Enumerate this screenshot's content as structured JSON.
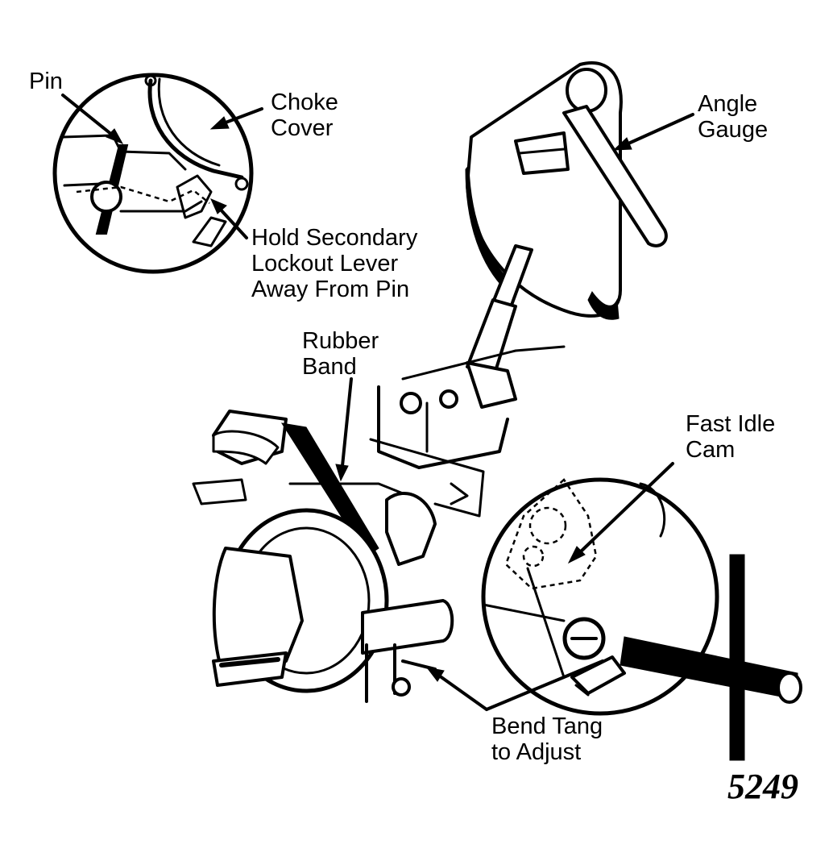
{
  "labels": {
    "pin": "Pin",
    "choke_cover": [
      "Choke",
      "Cover"
    ],
    "hold_secondary": [
      "Hold Secondary",
      "Lockout Lever",
      "Away From Pin"
    ],
    "angle_gauge": [
      "Angle",
      "Gauge"
    ],
    "rubber_band": [
      "Rubber",
      "Band"
    ],
    "fast_idle_cam": [
      "Fast Idle",
      "Cam"
    ],
    "bend_tang": [
      "Bend Tang",
      "to Adjust"
    ]
  },
  "figure_number": "5249",
  "colors": {
    "ink": "#000000",
    "paper": "#ffffff"
  }
}
